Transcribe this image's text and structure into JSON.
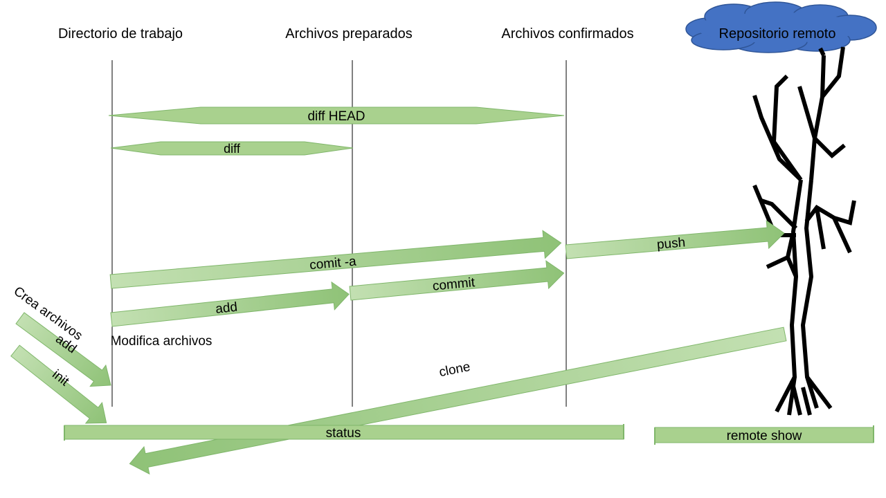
{
  "columns": {
    "working_dir": "Directorio de trabajo",
    "staged": "Archivos preparados",
    "committed": "Archivos confirmados",
    "remote": "Repositorio remoto"
  },
  "commands": {
    "diff_head": "diff HEAD",
    "diff": "diff",
    "commit_a": "comit -a",
    "push": "push",
    "commit": "commit",
    "add": "add",
    "clone": "clone",
    "status": "status",
    "remote_show": "remote show"
  },
  "side_labels": {
    "crea_archivos": "Crea archivos",
    "add_left": "add",
    "init": "init",
    "modifica_archivos": "Modifica archivos"
  },
  "icons": {
    "cloud": "cloud-icon",
    "tree": "tree-icon"
  },
  "colors": {
    "arrow_fill_light": "#b9d9a7",
    "arrow_fill_dark": "#8fc277",
    "arrow_stroke": "#7fb66a",
    "cloud": "#4472c4",
    "cloud_stroke": "#2f5597"
  }
}
